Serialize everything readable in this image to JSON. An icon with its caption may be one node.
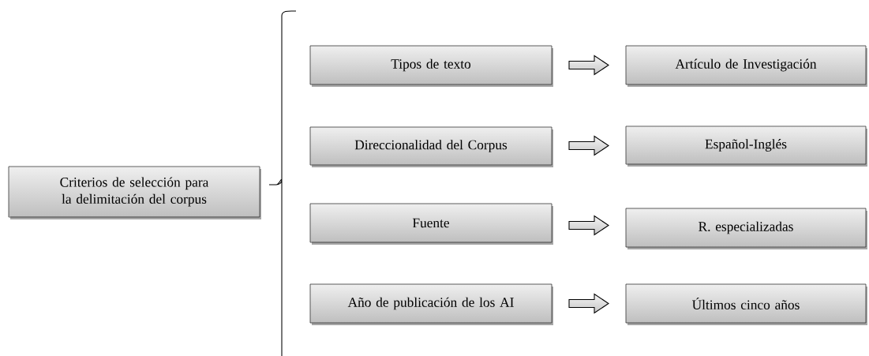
{
  "diagram": {
    "nodes": [
      {
        "text": [
          "Criterios de selección para la delimitación del corpus"
        ]
      },
      {
        "text": [
          "Tipos de texto"
        ]
      },
      {
        "text": [
          "Direccionalidad del Corpus"
        ]
      },
      {
        "text": [
          "Fuente"
        ]
      },
      {
        "text": [
          "Año de publicación de los AI"
        ]
      },
      {
        "text": [
          "Artículo de Investigación"
        ]
      },
      {
        "text": [
          "Español-Inglés"
        ]
      },
      {
        "text": [
          "R. especializadas"
        ]
      },
      {
        "text": [
          "Últimos cinco años"
        ]
      }
    ],
    "edges": [
      {
        "from": 1,
        "to": 5,
        "arrow": "to"
      },
      {
        "from": 2,
        "to": 6,
        "arrow": "to"
      },
      {
        "from": 3,
        "to": 7,
        "arrow": "to"
      },
      {
        "from": 4,
        "to": 8,
        "arrow": "to"
      }
    ]
  }
}
